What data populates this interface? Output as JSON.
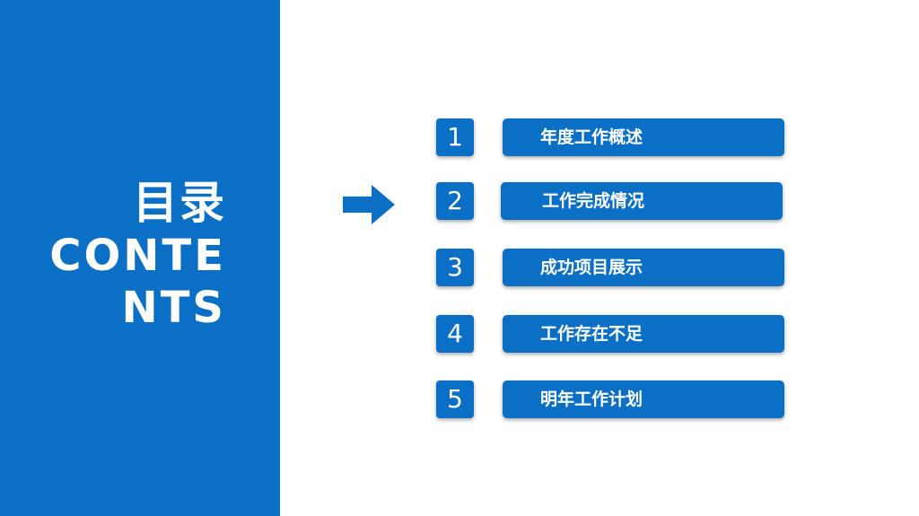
{
  "colors": {
    "primary_blue": "#0B6FC6",
    "background": "#ffffff",
    "text_on_blue": "#ffffff"
  },
  "title": {
    "chinese": "目录",
    "english": "CONTENTS"
  },
  "arrow_icon": "right-arrow",
  "items": [
    {
      "number": "1",
      "label": "年度工作概述"
    },
    {
      "number": "2",
      "label": "工作完成情况"
    },
    {
      "number": "3",
      "label": "成功项目展示"
    },
    {
      "number": "4",
      "label": "工作存在不足"
    },
    {
      "number": "5",
      "label": "明年工作计划"
    }
  ]
}
